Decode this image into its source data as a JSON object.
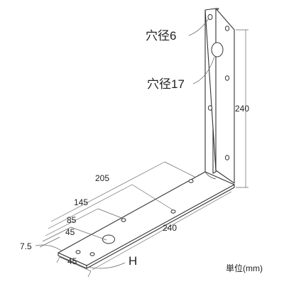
{
  "callouts": {
    "hole_small": "穴径6",
    "hole_large": "穴径17",
    "thickness": "H"
  },
  "dimensions": {
    "vertical_height": "240",
    "d205": "205",
    "d145": "145",
    "d85": "85",
    "d45_upper": "45",
    "d7_5": "7.5",
    "horizontal_length": "240",
    "d45_lower": "45"
  },
  "unit_label": "単位(mm)"
}
